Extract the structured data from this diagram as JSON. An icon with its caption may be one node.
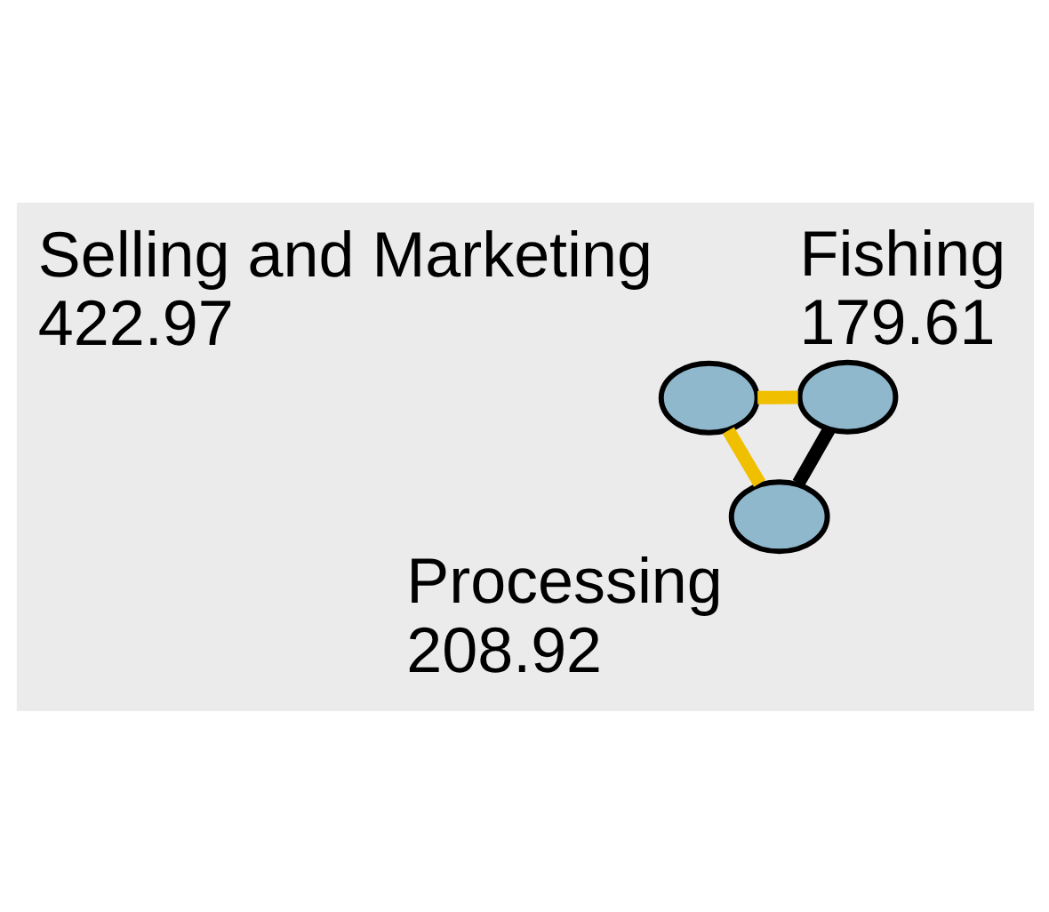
{
  "diagram": {
    "nodes": [
      {
        "text": [],
        "shape": "circle",
        "beside": [
          "Selling and Marketing",
          "422.97"
        ]
      },
      {
        "text": [],
        "shape": "circle",
        "beside": [
          "Fishing",
          "179.61"
        ]
      },
      {
        "text": [],
        "shape": "circle",
        "beside": [
          "Processing",
          "208.92"
        ]
      }
    ],
    "edges": [
      {
        "from": 0,
        "to": 1,
        "arrow": "none"
      },
      {
        "from": 0,
        "to": 2,
        "arrow": "none"
      },
      {
        "from": 1,
        "to": 2,
        "arrow": "none",
        "color": "#000000"
      }
    ]
  }
}
